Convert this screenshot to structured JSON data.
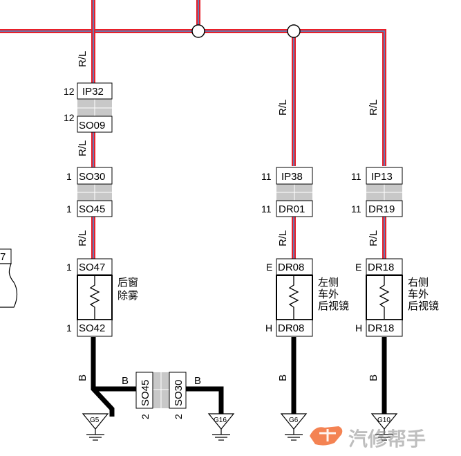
{
  "wire_colors": {
    "red": "#e8202a",
    "blue": "#4a8fd0",
    "black": "#000000",
    "connector_gray": "#c8c8c8"
  },
  "wire_labels": {
    "rl": "R/L",
    "b": "B"
  },
  "partial_connector_label": "7",
  "connectors": {
    "ip32": {
      "pin": "12",
      "name": "IP32"
    },
    "so09": {
      "pin": "12",
      "name": "SO09"
    },
    "so30_top": {
      "pin": "1",
      "name": "SO30"
    },
    "so45_top": {
      "pin": "1",
      "name": "SO45"
    },
    "so47": {
      "pin": "1",
      "name": "SO47"
    },
    "so42": {
      "pin": "1",
      "name": "SO42"
    },
    "ip38": {
      "pin": "11",
      "name": "IP38"
    },
    "dr01": {
      "pin": "11",
      "name": "DR01"
    },
    "dr08_top": {
      "pin": "E",
      "name": "DR08"
    },
    "dr08_bottom": {
      "pin": "H",
      "name": "DR08"
    },
    "ip13": {
      "pin": "11",
      "name": "IP13"
    },
    "dr19": {
      "pin": "11",
      "name": "DR19"
    },
    "dr18_top": {
      "pin": "E",
      "name": "DR18"
    },
    "dr18_bottom": {
      "pin": "H",
      "name": "DR18"
    },
    "so45_bottom": {
      "pin": "2",
      "name": "SO45"
    },
    "so30_bottom": {
      "pin": "2",
      "name": "SO30"
    }
  },
  "components": {
    "rear_defogger": {
      "line1": "后窗",
      "line2": "除雾"
    },
    "left_mirror": {
      "line1": "左侧",
      "line2": "车外",
      "line3": "后视镜"
    },
    "right_mirror": {
      "line1": "右侧",
      "line2": "车外",
      "line3": "后视镜"
    }
  },
  "grounds": {
    "g5": "G5",
    "g16": "G16",
    "g6": "G6",
    "g10": "G10"
  },
  "watermark": {
    "text": "汽修帮手"
  }
}
